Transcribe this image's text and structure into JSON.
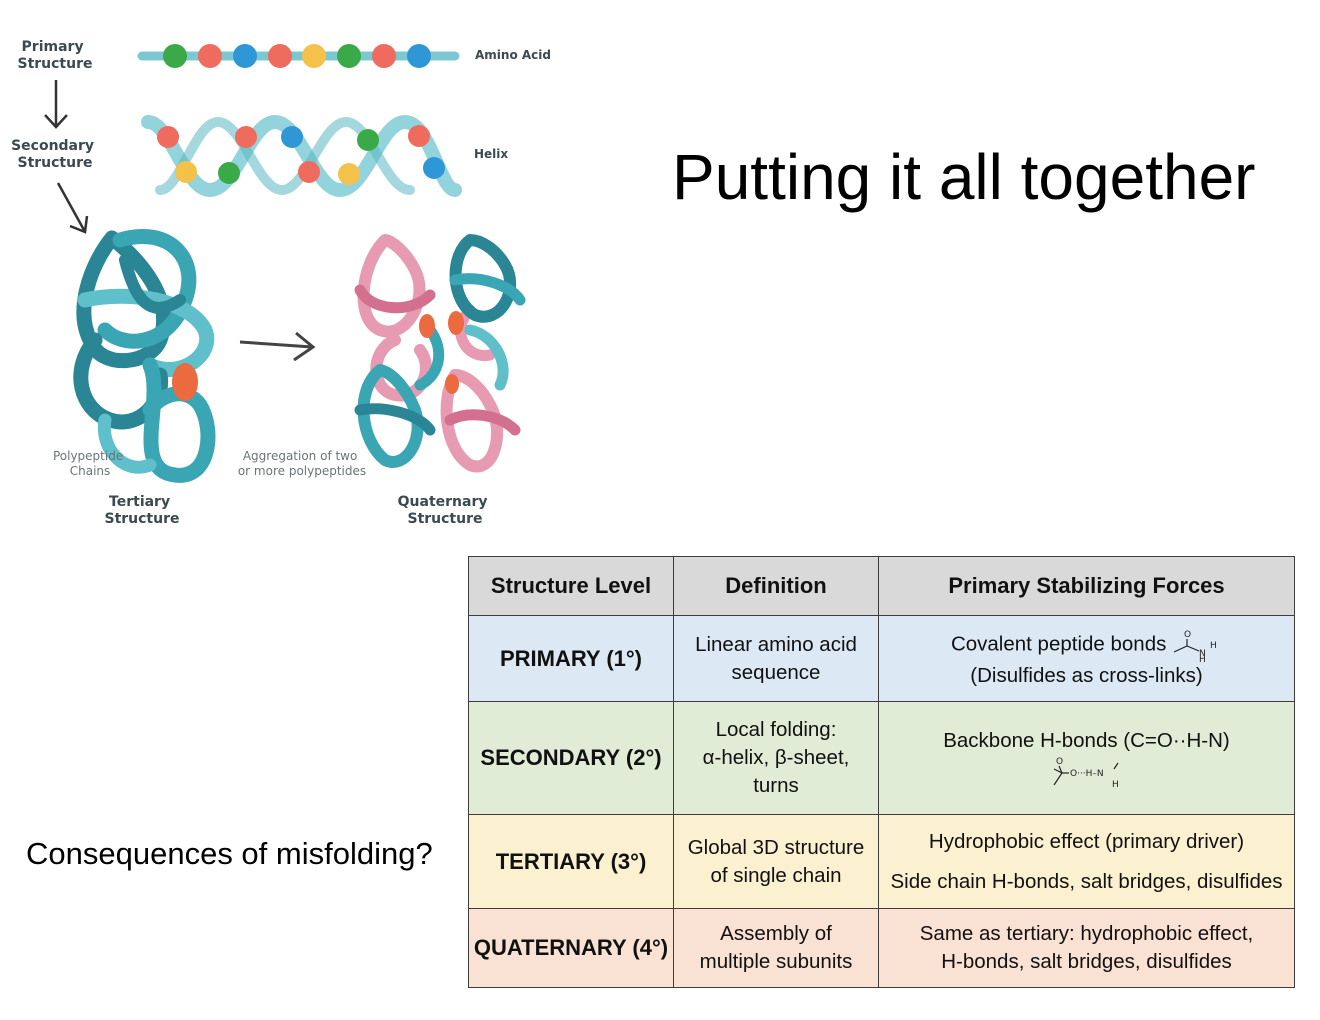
{
  "diagram": {
    "labels": {
      "primary": [
        "Primary",
        "Structure"
      ],
      "secondary": [
        "Secondary",
        "Structure"
      ],
      "amino_acid": "Amino Acid",
      "helix": "Helix",
      "polypeptide": [
        "Polypeptide",
        "Chains"
      ],
      "aggregation": [
        "Aggregation of two",
        "or more polypeptides"
      ],
      "tertiary": [
        "Tertiary",
        "Structure"
      ],
      "quaternary": [
        "Quaternary",
        "Structure"
      ]
    },
    "colors": {
      "teal": "#3aa6b4",
      "teal_dark": "#2a8594",
      "pink": "#e79bb2",
      "pink_dark": "#d4708f",
      "bead_green": "#3aaa49",
      "bead_red": "#ef6b5d",
      "bead_blue": "#2f97d6",
      "bead_yellow": "#f4c24b",
      "accent": "#ec6a40"
    }
  },
  "slide": {
    "title": "Putting it all together",
    "question": "Consequences of misfolding?"
  },
  "table": {
    "headers": [
      "Structure Level",
      "Definition",
      "Primary Stabilizing Forces"
    ],
    "rows": [
      {
        "level": "PRIMARY (1°)",
        "definition": [
          "Linear amino acid",
          "sequence"
        ],
        "forces": [
          "Covalent peptide bonds",
          "(Disulfides as cross-links)"
        ],
        "bg": "#dce9f5"
      },
      {
        "level": "SECONDARY (2°)",
        "definition": [
          "Local folding:",
          "α-helix, β-sheet, turns"
        ],
        "forces": [
          "Backbone H-bonds (C=O··H-N)"
        ],
        "bg": "#e1ecd6"
      },
      {
        "level": "TERTIARY (3°)",
        "definition": [
          "Global 3D structure",
          "of single chain"
        ],
        "forces": [
          "Hydrophobic effect (primary driver)",
          "Side chain H-bonds, salt bridges, disulfides"
        ],
        "bg": "#fbf0cf"
      },
      {
        "level": "QUATERNARY (4°)",
        "definition": [
          "Assembly of",
          "multiple subunits"
        ],
        "forces": [
          "Same as tertiary: hydrophobic effect,",
          "H-bonds, salt bridges, disulfides"
        ],
        "bg": "#f9e1d3"
      }
    ],
    "chem": {
      "o": "O",
      "n": "N",
      "h": "H",
      "o_dots": "O···H–N"
    }
  }
}
